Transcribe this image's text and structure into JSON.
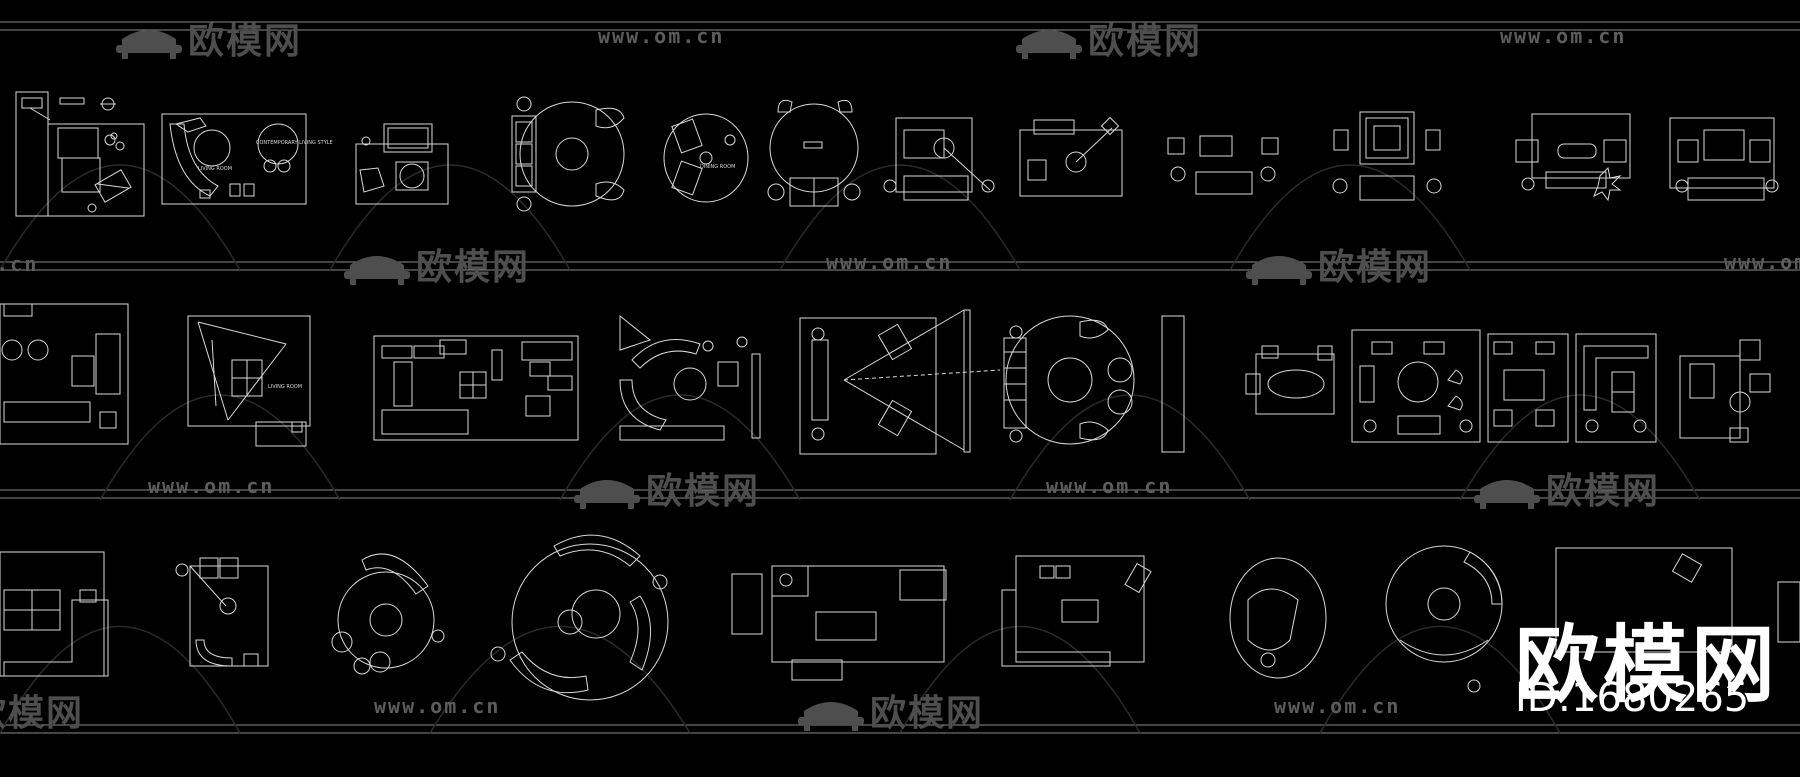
{
  "watermarks": {
    "url_text": "www.om.cn",
    "brand_text": "欧模网"
  },
  "overlay": {
    "title": "欧模网",
    "id_text": "ID:1680265"
  },
  "tiny_labels": {
    "a": "LIVING ROOM",
    "b": "CONTEMPORARY LIVING STYLE",
    "c": "DINING ROOM",
    "d": "LIVING ROOM"
  },
  "colors": {
    "background": "#000000",
    "line": "#d8d8d8",
    "watermark": "#4e4e4e",
    "overlay_text": "#ffffff"
  }
}
